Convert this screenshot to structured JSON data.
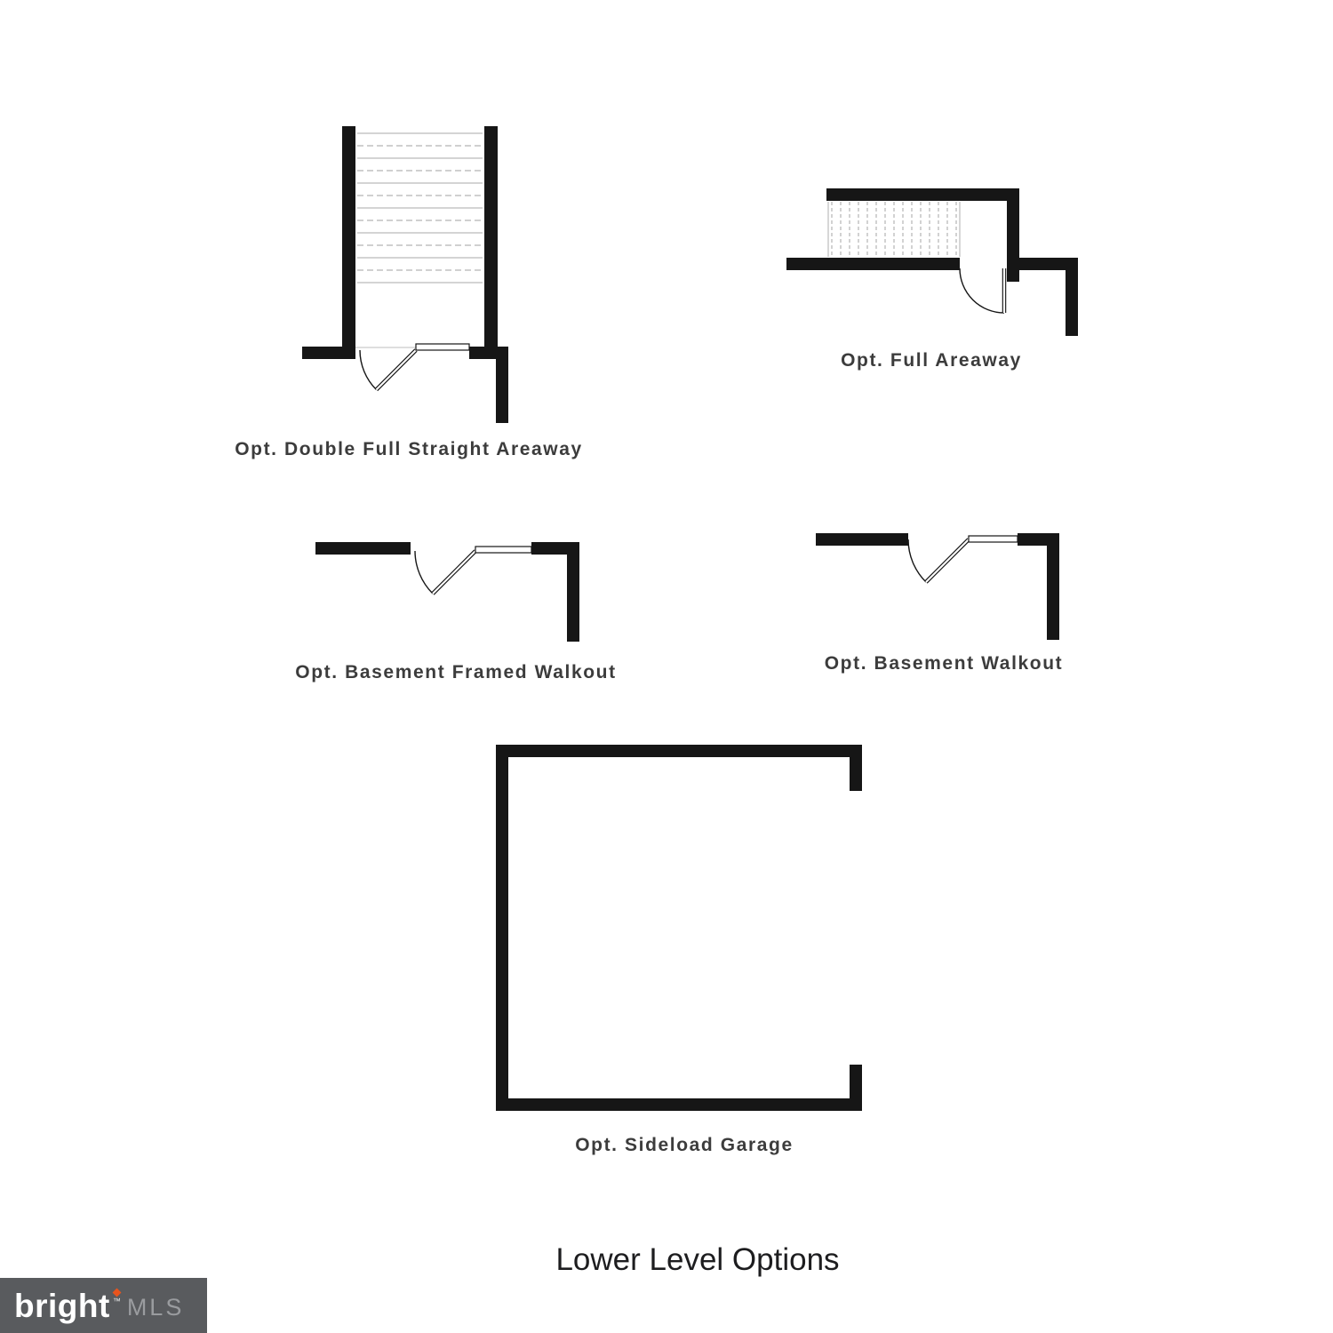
{
  "page": {
    "title": "Lower Level Options"
  },
  "plans": {
    "double_full_straight_areaway": {
      "label": "Opt. Double Full Straight Areaway"
    },
    "full_areaway": {
      "label": "Opt. Full Areaway"
    },
    "basement_framed_walkout": {
      "label": "Opt. Basement Framed Walkout"
    },
    "basement_walkout": {
      "label": "Opt. Basement Walkout"
    },
    "sideload_garage": {
      "label": "Opt. Sideload Garage"
    }
  },
  "logo": {
    "brand": "bright",
    "trademark": "™",
    "suffix": "MLS",
    "colors": {
      "background": "#595b5e",
      "brand_text": "#ffffff",
      "suffix_text": "#9a9c9f",
      "spark": "#e8541d"
    }
  },
  "colors": {
    "background": "#ffffff",
    "wall": "#161616",
    "tread": "#c6c6c6",
    "label_text": "#3c3c3c",
    "title_text": "#1d1d1f"
  }
}
